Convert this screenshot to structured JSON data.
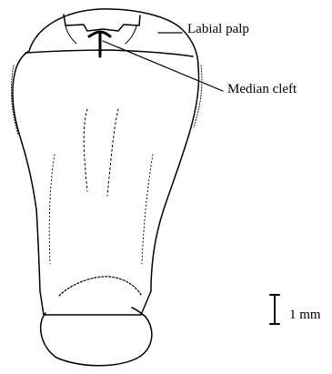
{
  "figure": {
    "background_color": "#ffffff",
    "line_color": "#000000",
    "labels": {
      "labial_palp": "Labial palp",
      "median_cleft": "Median cleft",
      "scale_bar": "1 mm"
    }
  }
}
